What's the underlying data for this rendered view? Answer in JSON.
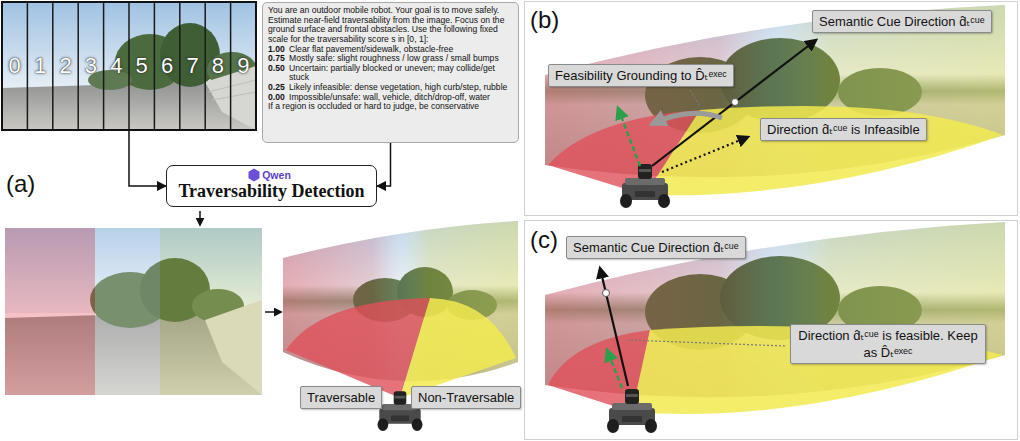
{
  "diagram": {
    "nodes": [
      {
        "text": [
          "0",
          "1",
          "2",
          "3",
          "4",
          "5",
          "6",
          "7",
          "8",
          "9"
        ]
      },
      {
        "text": [
          "You are an outdoor mobile robot. Your goal is to move safely. Estimate near-field traversability from the image. Focus on the ground surface and frontal obstacles. Use the following fixed scale for the traversability score s in [0, 1]:",
          "1.00",
          "Clear flat pavement/sidewalk, obstacle-free",
          "0.75",
          "Mostly safe: slight roughness / low grass / small bumps",
          "0.50",
          "Uncertain: partially blocked or uneven; may collide/get stuck",
          "0.25",
          "Likely infeasible: dense vegetation, high curb/step, rubble",
          "0.00",
          "Impossible/unsafe: wall, vehicle, ditch/drop-off, water",
          "If a region is occluded or hard to judge, be conservative"
        ]
      },
      {
        "text": [
          "Qwen",
          "Traversability Detection"
        ]
      },
      {
        "text": [
          "Traversable"
        ]
      },
      {
        "text": [
          "Non-Traversable"
        ]
      },
      {
        "text": [
          "Semantic Cue Direction d̂ₜᶜᵘᵉ"
        ]
      },
      {
        "text": [
          "Feasibility Grounding to D̂ₜᵉˣᵉᶜ"
        ]
      },
      {
        "text": [
          "Direction d̂ₜᶜᵘᵉ is Infeasible"
        ]
      },
      {
        "text": [
          "Semantic Cue Direction d̂ₜᶜᵘᵉ"
        ]
      },
      {
        "text": [
          "Direction d̂ₜᶜᵘᵉ is feasible. Keep as D̂ₜᵉˣᵉᶜ"
        ]
      }
    ],
    "edges": [
      {
        "from": 0,
        "to": 2,
        "arrow": "to"
      },
      {
        "from": 1,
        "to": 2,
        "arrow": "to"
      }
    ],
    "labels": [
      "(a)",
      "(b)",
      "(c)"
    ]
  }
}
